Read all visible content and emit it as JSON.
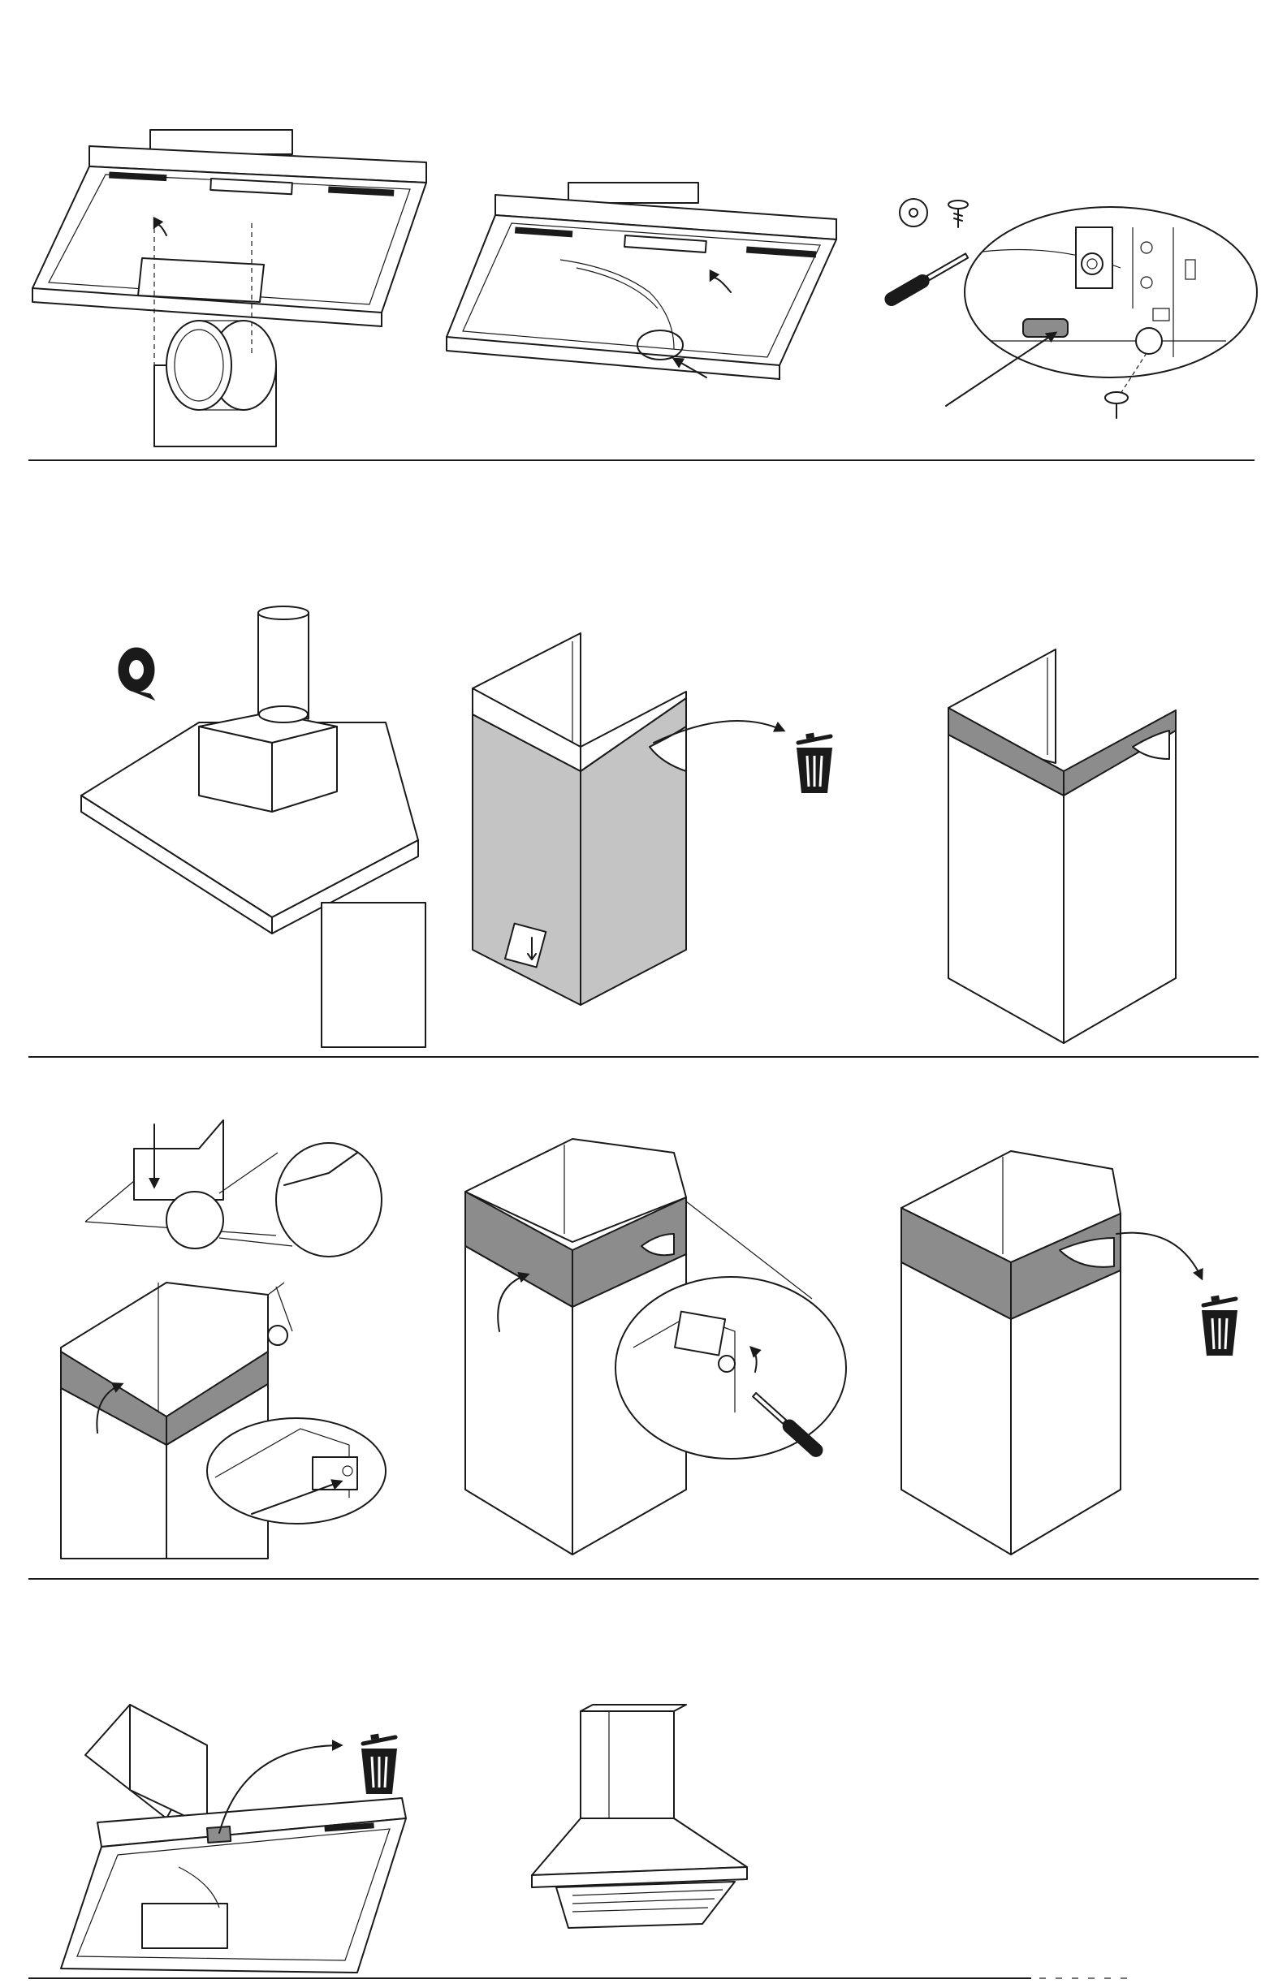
{
  "document": {
    "type": "installation-instruction-sheet",
    "rows": 4,
    "steps_per_row": [
      3,
      3,
      3,
      2
    ]
  },
  "palette": {
    "line": "#1a1a1a",
    "paper": "#ffffff",
    "protective_film": "#c4c4c4",
    "film_band": "#8c8c8c"
  },
  "icons": [
    "screwdriver-icon",
    "screw-icon",
    "washer-icon",
    "tape-roll-icon",
    "trash-bin-icon",
    "arrow-icon",
    "rotate-arrow-icon"
  ]
}
